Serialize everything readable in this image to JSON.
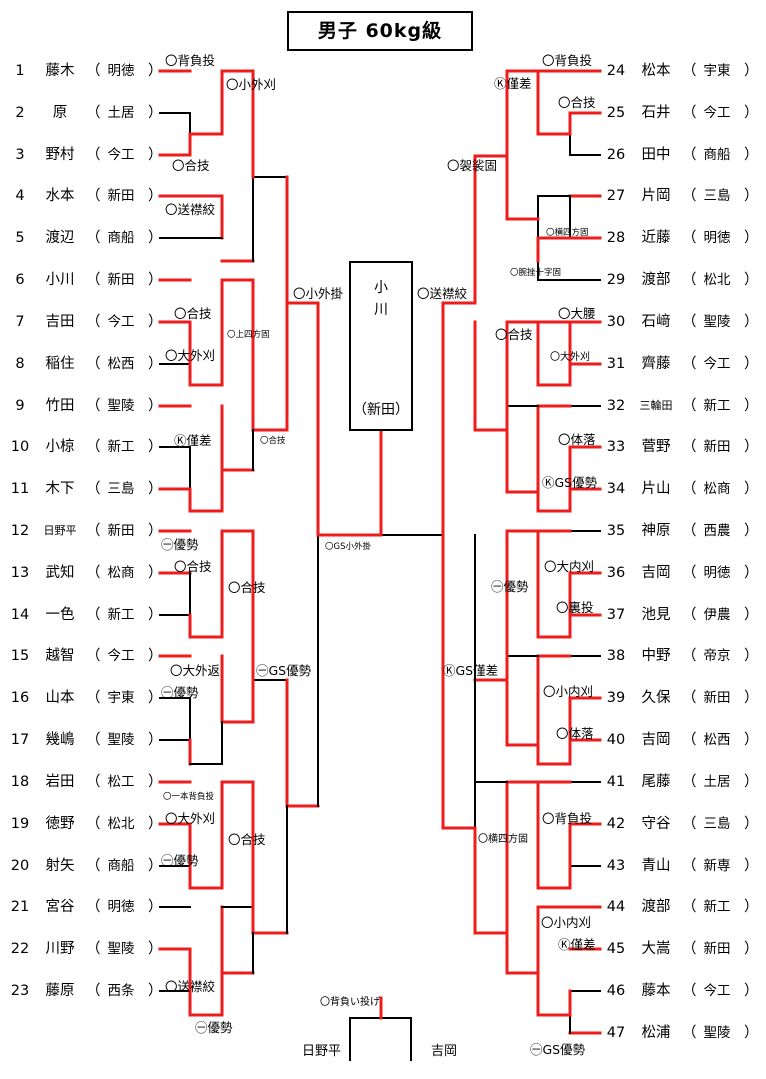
{
  "title": "男子 60kg級",
  "winner": {
    "name_chars": [
      "小",
      "川"
    ],
    "school": "（新田）"
  },
  "left_entries": [
    {
      "num": "1",
      "name": "藤木",
      "school": "明徳"
    },
    {
      "num": "2",
      "name": "原",
      "school": "土居"
    },
    {
      "num": "3",
      "name": "野村",
      "school": "今工"
    },
    {
      "num": "4",
      "name": "水本",
      "school": "新田"
    },
    {
      "num": "5",
      "name": "渡辺",
      "school": "商船"
    },
    {
      "num": "6",
      "name": "小川",
      "school": "新田"
    },
    {
      "num": "7",
      "name": "吉田",
      "school": "今工"
    },
    {
      "num": "8",
      "name": "稲住",
      "school": "松西"
    },
    {
      "num": "9",
      "name": "竹田",
      "school": "聖陵"
    },
    {
      "num": "10",
      "name": "小椋",
      "school": "新工"
    },
    {
      "num": "11",
      "name": "木下",
      "school": "三島"
    },
    {
      "num": "12",
      "name": "日野平",
      "school": "新田"
    },
    {
      "num": "13",
      "name": "武知",
      "school": "松商"
    },
    {
      "num": "14",
      "name": "一色",
      "school": "新工"
    },
    {
      "num": "15",
      "name": "越智",
      "school": "今工"
    },
    {
      "num": "16",
      "name": "山本",
      "school": "宇東"
    },
    {
      "num": "17",
      "name": "幾嶋",
      "school": "聖陵"
    },
    {
      "num": "18",
      "name": "岩田",
      "school": "松工"
    },
    {
      "num": "19",
      "name": "徳野",
      "school": "松北"
    },
    {
      "num": "20",
      "name": "射矢",
      "school": "商船"
    },
    {
      "num": "21",
      "name": "宮谷",
      "school": "明徳"
    },
    {
      "num": "22",
      "name": "川野",
      "school": "聖陵"
    },
    {
      "num": "23",
      "name": "藤原",
      "school": "西条"
    }
  ],
  "right_entries": [
    {
      "num": "24",
      "name": "松本",
      "school": "宇東"
    },
    {
      "num": "25",
      "name": "石井",
      "school": "今工"
    },
    {
      "num": "26",
      "name": "田中",
      "school": "商船"
    },
    {
      "num": "27",
      "name": "片岡",
      "school": "三島"
    },
    {
      "num": "28",
      "name": "近藤",
      "school": "明徳"
    },
    {
      "num": "29",
      "name": "渡部",
      "school": "松北"
    },
    {
      "num": "30",
      "name": "石﨑",
      "school": "聖陵"
    },
    {
      "num": "31",
      "name": "齊藤",
      "school": "今工"
    },
    {
      "num": "32",
      "name": "三輪田",
      "school": "新工"
    },
    {
      "num": "33",
      "name": "菅野",
      "school": "新田"
    },
    {
      "num": "34",
      "name": "片山",
      "school": "松商"
    },
    {
      "num": "35",
      "name": "神原",
      "school": "西農"
    },
    {
      "num": "36",
      "name": "吉岡",
      "school": "明徳"
    },
    {
      "num": "37",
      "name": "池見",
      "school": "伊農"
    },
    {
      "num": "38",
      "name": "中野",
      "school": "帝京"
    },
    {
      "num": "39",
      "name": "久保",
      "school": "新田"
    },
    {
      "num": "40",
      "name": "吉岡",
      "school": "松西"
    },
    {
      "num": "41",
      "name": "尾藤",
      "school": "土居"
    },
    {
      "num": "42",
      "name": "守谷",
      "school": "三島"
    },
    {
      "num": "43",
      "name": "青山",
      "school": "新専"
    },
    {
      "num": "44",
      "name": "渡部",
      "school": "新工"
    },
    {
      "num": "45",
      "name": "大嵩",
      "school": "新田"
    },
    {
      "num": "46",
      "name": "藤本",
      "school": "今工"
    },
    {
      "num": "47",
      "name": "松浦",
      "school": "聖陵"
    }
  ],
  "techniques": [
    "〇背負投",
    "〇小外刈",
    "〇合技",
    "〇送襟絞",
    "〇小外掛",
    "〇合技",
    "〇上四方固",
    "〇大外刈",
    "Ⓚ僅差",
    "〇合技",
    "㊀優勢",
    "〇GS小外掛",
    "〇合技",
    "〇合技",
    "〇大外返",
    "㊀GS優勢",
    "㊀優勢",
    "〇一本背負投",
    "〇大外刈",
    "〇合技",
    "㊀優勢",
    "〇送襟絞",
    "㊀優勢",
    "〇背負投",
    "Ⓚ僅差",
    "〇合技",
    "〇袈裟固",
    "〇横四方固",
    "〇腕挫十字固",
    "〇送襟絞",
    "〇大腰",
    "〇合技",
    "〇大外刈",
    "〇体落",
    "ⓀGS優勢",
    "〇大内刈",
    "㊀優勢",
    "〇裏投",
    "ⓀGS僅差",
    "〇小内刈",
    "〇体落",
    "〇背負投",
    "〇横四方固",
    "〇小内刈",
    "Ⓚ僅差",
    "㊀GS優勢"
  ],
  "final": {
    "technique": "〇背負い投げ",
    "left": "日野平",
    "right": "吉岡"
  },
  "colors": {
    "win_line": "#ee1c1c",
    "line": "#000000"
  }
}
